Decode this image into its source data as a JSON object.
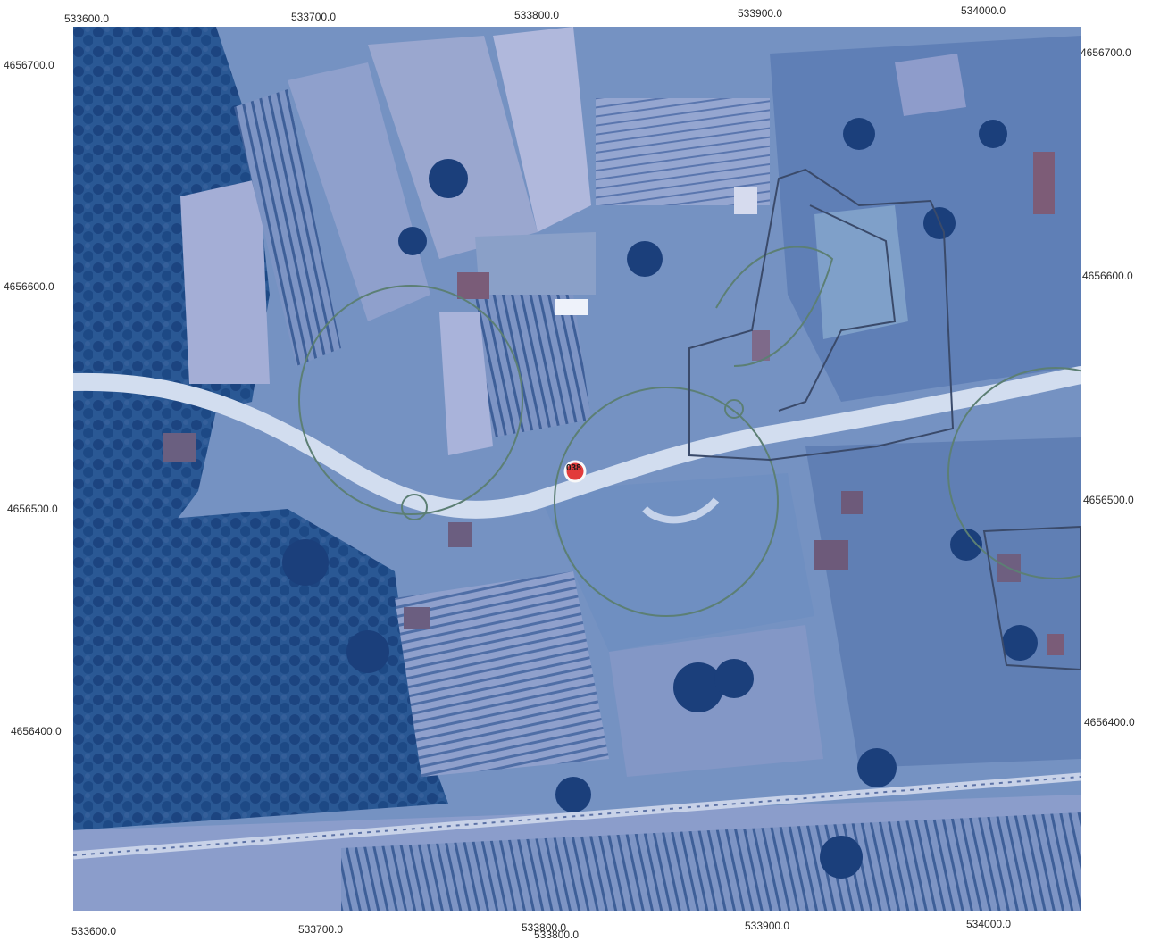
{
  "map": {
    "type": "aerial-orthophoto",
    "top_axis_labels": [
      "533600.0",
      "533700.0",
      "533800.0",
      "533900.0",
      "534000.0"
    ],
    "bottom_axis_labels": [
      "533600.0",
      "533700.0",
      "533800.0",
      "533900.0",
      "534000.0"
    ],
    "bottom_overlap_label": "533800.0",
    "left_axis_labels": [
      "4656700.0",
      "4656600.0",
      "4656500.0",
      "4656400.0"
    ],
    "right_axis_labels": [
      "4656700.0",
      "4656600.0",
      "4656500.0",
      "4656400.0"
    ],
    "marker": {
      "label": "038",
      "color": "#e23b3b"
    },
    "colors": {
      "overlay_line": "#5c7f74",
      "parcel_outline": "#3a4a6a",
      "road": "#cfdcee",
      "vegetation": "#1f4c8a",
      "fields": "#9aa7cf"
    }
  }
}
